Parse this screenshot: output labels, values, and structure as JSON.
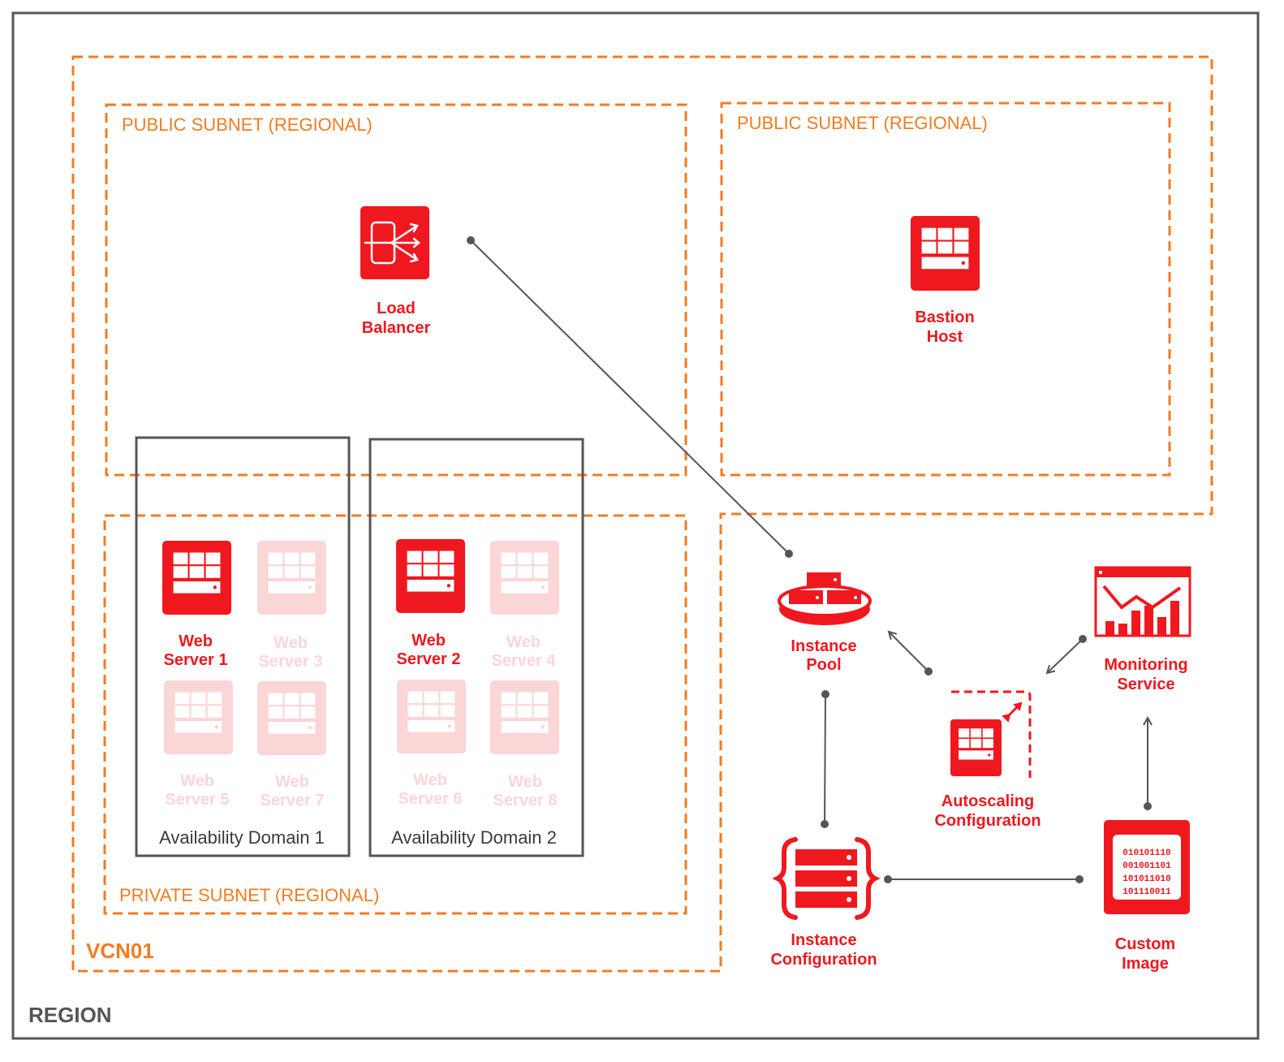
{
  "region": {
    "label": "REGION"
  },
  "vcn": {
    "label": "VCN01"
  },
  "subnets": {
    "public_left": "PUBLIC SUBNET (REGIONAL)",
    "public_right": "PUBLIC SUBNET (REGIONAL)",
    "private": "PRIVATE SUBNET (REGIONAL)"
  },
  "availability_domains": [
    "Availability Domain 1",
    "Availability Domain 2"
  ],
  "load_balancer": {
    "line1": "Load",
    "line2": "Balancer"
  },
  "bastion": {
    "line1": "Bastion",
    "line2": "Host"
  },
  "web_servers": [
    {
      "line1": "Web",
      "line2": "Server 1",
      "state": "active"
    },
    {
      "line1": "Web",
      "line2": "Server 3",
      "state": "faded"
    },
    {
      "line1": "Web",
      "line2": "Server 5",
      "state": "faded"
    },
    {
      "line1": "Web",
      "line2": "Server 7",
      "state": "faded"
    },
    {
      "line1": "Web",
      "line2": "Server 2",
      "state": "active"
    },
    {
      "line1": "Web",
      "line2": "Server 4",
      "state": "faded"
    },
    {
      "line1": "Web",
      "line2": "Server 6",
      "state": "faded"
    },
    {
      "line1": "Web",
      "line2": "Server 8",
      "state": "faded"
    }
  ],
  "instance_pool": {
    "line1": "Instance",
    "line2": "Pool"
  },
  "monitoring": {
    "line1": "Monitoring",
    "line2": "Service"
  },
  "autoscaling": {
    "line1": "Autoscaling",
    "line2": "Configuration"
  },
  "instance_config": {
    "line1": "Instance",
    "line2": "Configuration"
  },
  "custom_image": {
    "line1": "Custom",
    "line2": "Image",
    "binary": [
      "010101110",
      "001001101",
      "101011010",
      "101110011"
    ]
  },
  "colors": {
    "accent_red": "#f0181f",
    "subnet_orange": "#f47b20",
    "border_gray": "#555555",
    "faded_red": "#fbd6d7"
  }
}
